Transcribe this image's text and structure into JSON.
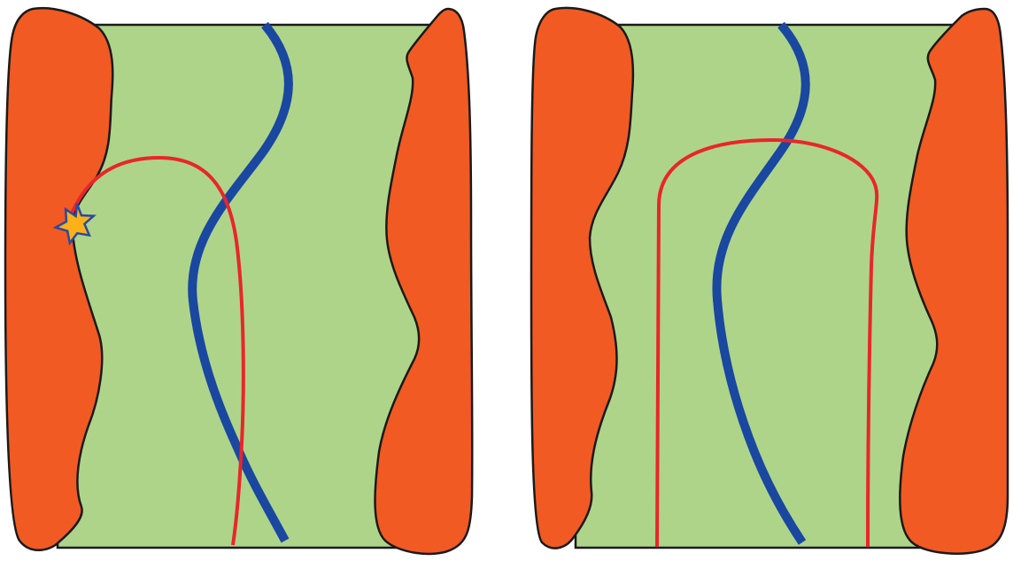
{
  "colors": {
    "background": "#ffffff",
    "channel_fill": "#aed48a",
    "bank_fill": "#f15a22",
    "outline": "#1a1a1a",
    "blue_path": "#1a47a0",
    "red_path": "#e8262b",
    "marker_fill": "#fbb117",
    "marker_stroke": "#2a4aa0"
  },
  "panels": [
    {
      "id": "left-panel",
      "elements": [
        "channel",
        "left-bank",
        "right-bank",
        "blue-path",
        "red-path",
        "star-marker"
      ]
    },
    {
      "id": "right-panel",
      "elements": [
        "channel",
        "left-bank",
        "right-bank",
        "blue-path",
        "red-path"
      ]
    }
  ]
}
